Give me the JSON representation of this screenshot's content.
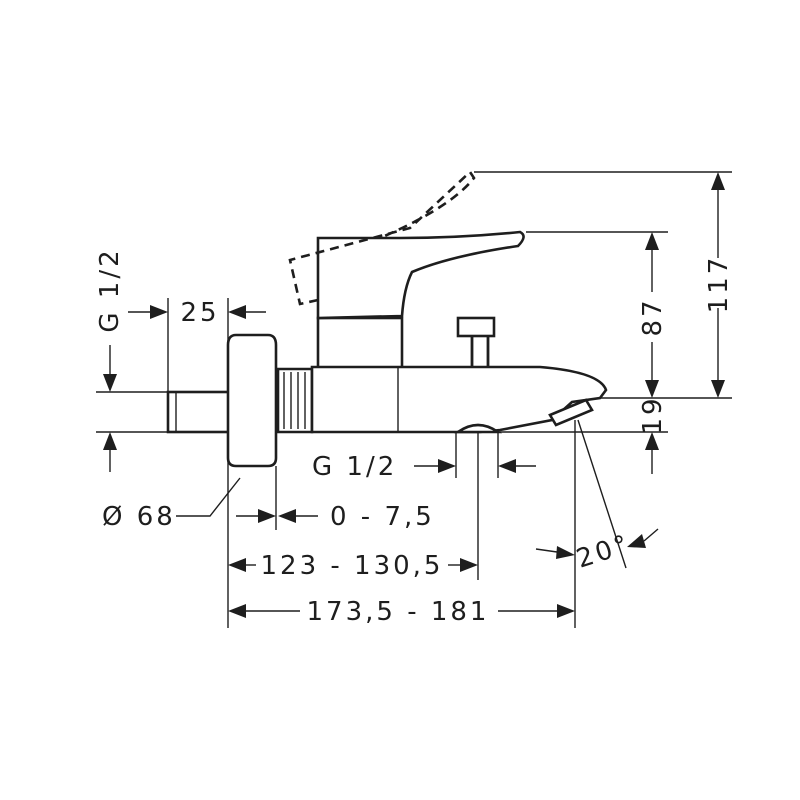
{
  "dimensions": {
    "thread_left": "G 1/2",
    "wall_offset": "25",
    "flange_diameter": "Ø 68",
    "adjustment": "0 - 7,5",
    "thread_outlet": "G 1/2",
    "length_outlet": "123 - 130,5",
    "length_spout": "173,5 - 181",
    "angle": "20°",
    "height_total": "117",
    "height_lever": "87",
    "height_spout": "19"
  }
}
